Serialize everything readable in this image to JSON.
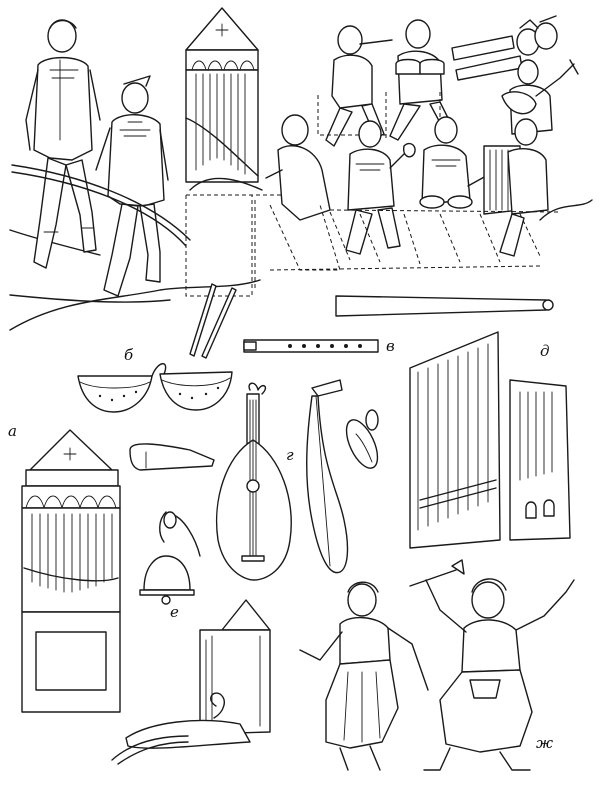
{
  "figure": {
    "labels": {
      "a": "а",
      "b": "б",
      "v": "в",
      "g": "г",
      "d": "д",
      "e": "е",
      "zh": "ж"
    }
  },
  "colors": {
    "ink": "#1a1a1a",
    "paper": "#ffffff"
  }
}
